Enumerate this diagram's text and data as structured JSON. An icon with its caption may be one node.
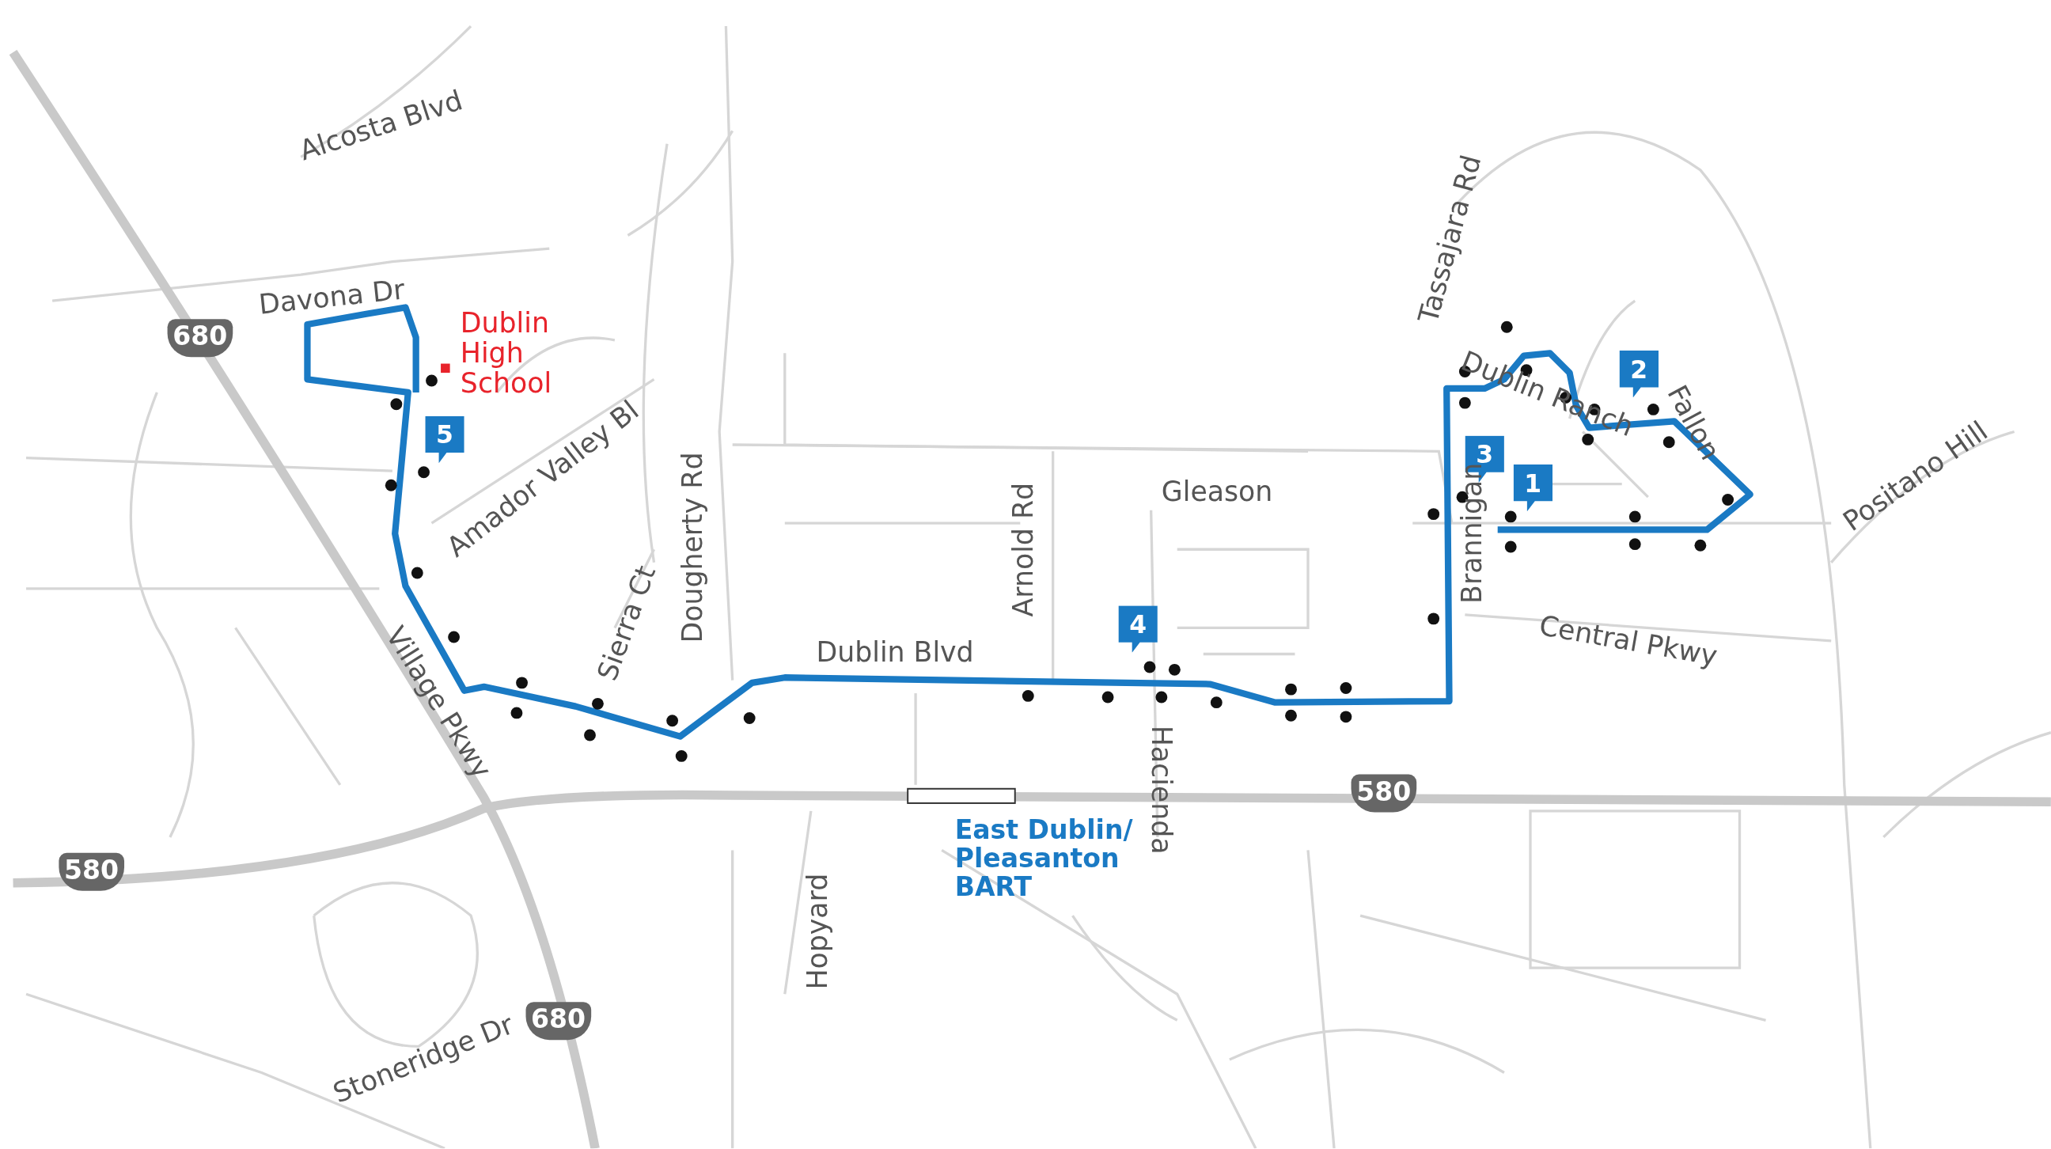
{
  "diagram": {
    "labels": [
      "Alcosta Blvd",
      "Davona Dr",
      "680",
      "Dublin High School",
      "Tassajara Rd",
      "Dublin Ranch",
      "2",
      "Fallon",
      "Positano Hill",
      "5",
      "Amador Valley Bl",
      "3",
      "1",
      "Gleason",
      "Dougherty Rd",
      "Arnold Rd",
      "Brannigan",
      "Central Pkwy",
      "4",
      "Village Pkwy",
      "Sierra Ct",
      "Dublin Blvd",
      "Hacienda",
      "580",
      "580",
      "East Dublin/ Pleasanton BART",
      "Hopyard",
      "680",
      "Stoneridge Dr"
    ]
  }
}
